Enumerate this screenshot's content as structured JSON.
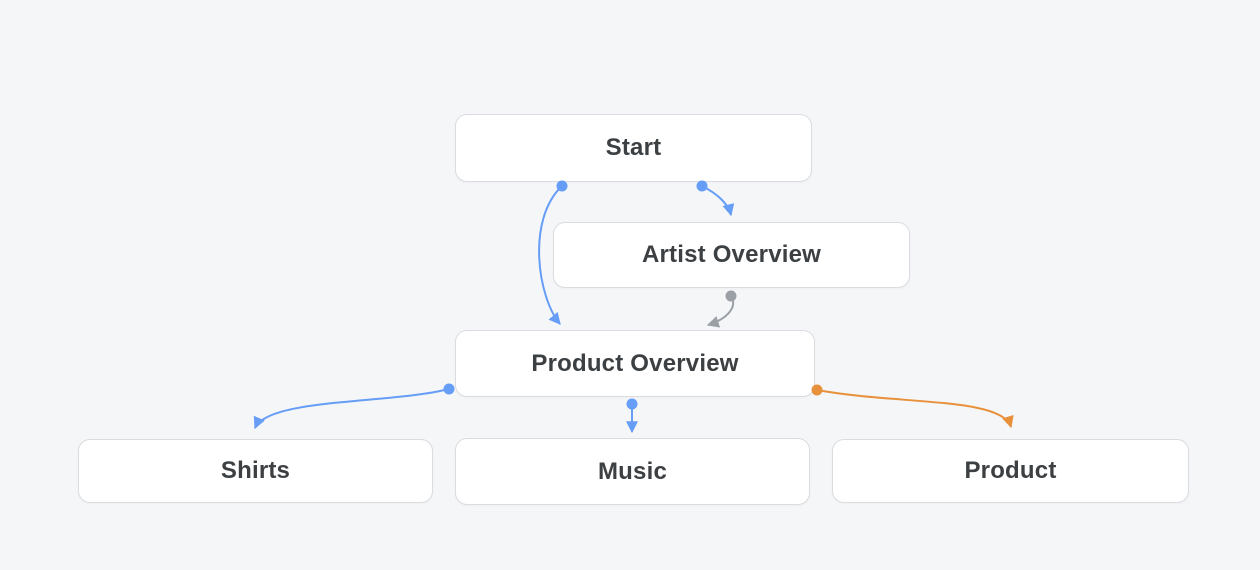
{
  "canvas": {
    "background": "#F5F6F8"
  },
  "node_style": {
    "fill": "#FFFFFF",
    "border": "#DADCE0",
    "text": "#3C4043"
  },
  "diagram": {
    "nodes": [
      {
        "id": "start",
        "label": "Start"
      },
      {
        "id": "artist-overview",
        "label": "Artist Overview"
      },
      {
        "id": "product-overview",
        "label": "Product Overview"
      },
      {
        "id": "shirts",
        "label": "Shirts"
      },
      {
        "id": "music",
        "label": "Music"
      },
      {
        "id": "product",
        "label": "Product"
      }
    ],
    "edges": [
      {
        "from": "Start",
        "to": "Artist Overview",
        "color": "#669DF6"
      },
      {
        "from": "Start",
        "to": "Product Overview",
        "color": "#669DF6"
      },
      {
        "from": "Artist Overview",
        "to": "Product Overview",
        "color": "#9AA0A6"
      },
      {
        "from": "Product Overview",
        "to": "Shirts",
        "color": "#669DF6"
      },
      {
        "from": "Product Overview",
        "to": "Music",
        "color": "#669DF6"
      },
      {
        "from": "Product Overview",
        "to": "Product",
        "color": "#E8913C"
      }
    ],
    "colors": {
      "blue": "#669DF6",
      "gray": "#9AA0A6",
      "orange": "#E8913C"
    }
  }
}
